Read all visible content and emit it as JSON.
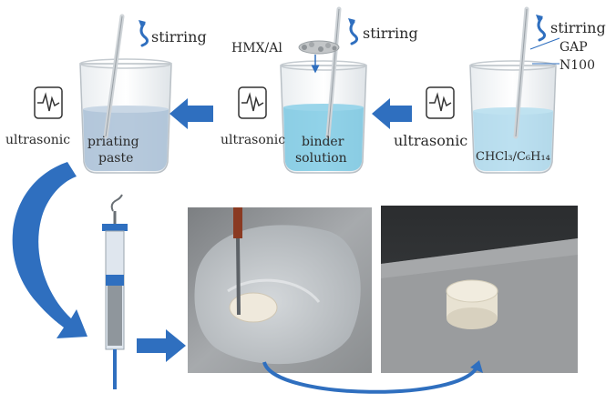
{
  "labels": {
    "stirring_1": "stirring",
    "stirring_2": "stirring",
    "stirring_3": "stirring",
    "hmx_al": "HMX/Al",
    "gap": "GAP",
    "n100": "N100",
    "ultrasonic_1": "ultrasonic",
    "ultrasonic_2": "ultrasonic",
    "ultrasonic_3": "ultrasonic",
    "beaker1_line1": "priating",
    "beaker1_line2": "paste",
    "beaker2_line1": "binder",
    "beaker2_line2": "solution",
    "beaker3_solvent": "CHCl₃/C₆H₁₄"
  },
  "colors": {
    "arrow_blue": "#2f6fbf",
    "liquid_paste": "#a9bfd6",
    "liquid_binder": "#6cc3e0",
    "liquid_solvent": "#9fd3ea",
    "ink": "#2a2a2a"
  },
  "icons": [
    "stirring-arrow-icon",
    "ultrasonic-waveform-icon",
    "syringe-icon",
    "hmx-al-particles-icon"
  ]
}
